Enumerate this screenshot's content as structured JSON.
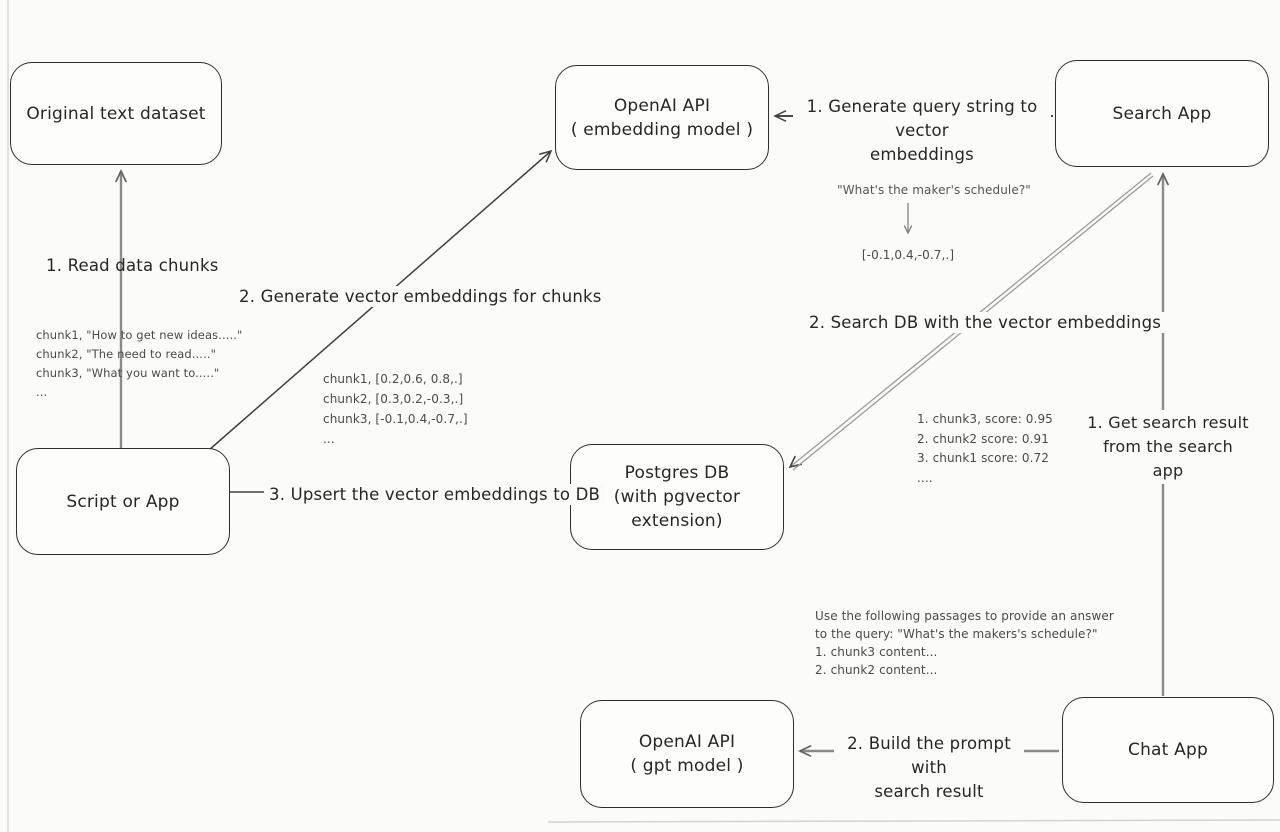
{
  "colors": {
    "background": "#fbfbfa",
    "box_border": "#2e2e2e",
    "arrow_dark": "#3f3f3f",
    "arrow_gray": "#8a8a8a",
    "text_primary": "#2b2b2b",
    "text_annotation": "#4a4a4a"
  },
  "boxes": {
    "original_dataset": {
      "label": "Original text dataset"
    },
    "openai_embedding": {
      "line1": "OpenAI API",
      "line2": "( embedding model )"
    },
    "search_app": {
      "label": "Search App"
    },
    "script_or_app": {
      "label": "Script or App"
    },
    "postgres_db": {
      "line1": "Postgres DB",
      "line2": "(with pgvector extension)"
    },
    "openai_gpt": {
      "line1": "OpenAI API",
      "line2": "( gpt model )"
    },
    "chat_app": {
      "label": "Chat App"
    }
  },
  "arrows": {
    "read_chunks": {
      "label": "1. Read data chunks"
    },
    "generate_embeddings": {
      "label": "2. Generate vector embeddings for chunks"
    },
    "upsert_db": {
      "label": "3. Upsert the vector embeddings  to DB"
    },
    "generate_query": {
      "line1": "1. Generate query string to vector",
      "line2": "embeddings"
    },
    "search_db": {
      "label": "2. Search DB with the vector embeddings"
    },
    "get_search_result": {
      "line1": "1. Get search result",
      "line2": "from the search app"
    },
    "build_prompt": {
      "line1": "2. Build the prompt with",
      "line2": "search result"
    }
  },
  "annotations": {
    "chunk_texts": [
      "chunk1, \"How to get new ideas.....\"",
      "chunk2, \"The need to read.....\"",
      "chunk3, \"What you want to.....\"",
      "..."
    ],
    "chunk_vectors": [
      "chunk1, [0.2,0.6, 0.8,.]",
      "chunk2, [0.3,0.2,-0.3,.]",
      "chunk3, [-0.1,0.4,-0.7,.]",
      "..."
    ],
    "query_text": "\"What's the maker's schedule?\"",
    "query_vector": "[-0.1,0.4,-0.7,.]",
    "search_scores": [
      "1. chunk3, score: 0.95",
      "2. chunk2 score: 0.91",
      "3. chunk1 score: 0.72",
      "...."
    ],
    "prompt_text": [
      "Use the following passages to provide an answer",
      "to the query: \"What's the makers's schedule?\"",
      "1. chunk3 content...",
      "2. chunk2 content..."
    ]
  }
}
